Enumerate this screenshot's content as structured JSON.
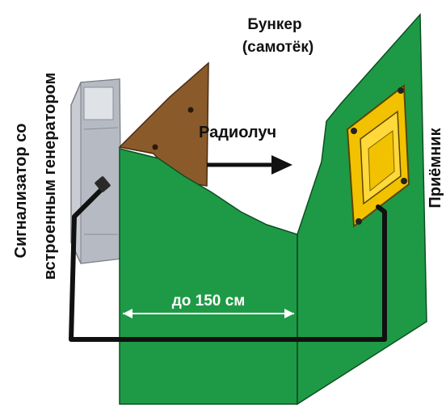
{
  "labels": {
    "bunker_line1": "Бункер",
    "bunker_line2": "(самотёк)",
    "radio_beam": "Радиолуч",
    "signalizer_line1": "Сигнализатор со",
    "signalizer_line2": "встроенным генератором",
    "receiver": "Приёмник",
    "distance": "до 150 см"
  },
  "colors": {
    "wall_green": "#1e9a46",
    "wall_green_dark": "#168239",
    "flange_brown": "#8b5a2b",
    "receiver_yellow": "#f2c200",
    "cable_black": "#111111",
    "signalizer_gray": "#c9ccd2"
  }
}
